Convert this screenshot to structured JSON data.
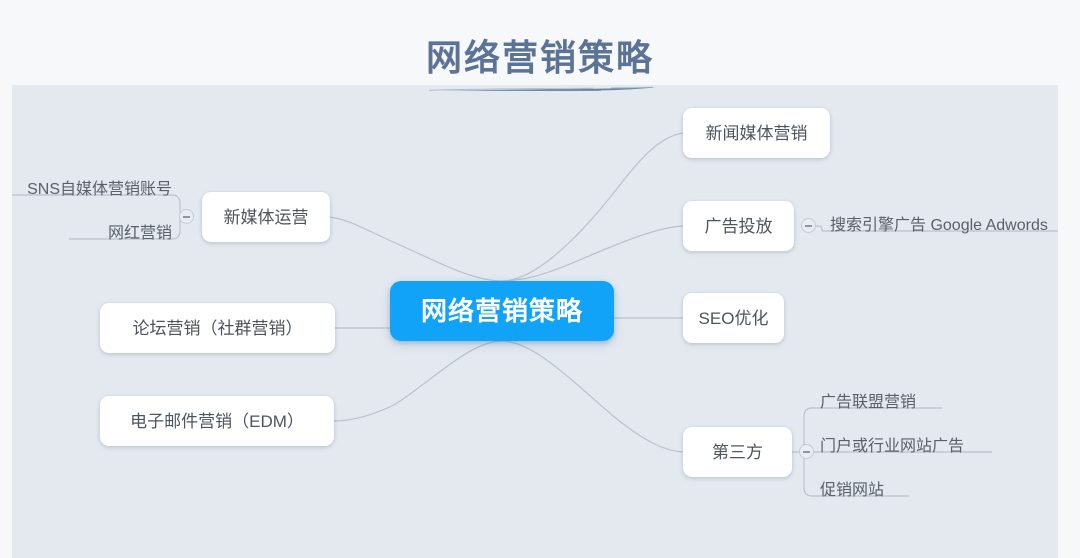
{
  "title": {
    "text": "网络营销策略",
    "color": "#5a7396"
  },
  "canvas": {
    "background": "#e4e9f0",
    "connector_color": "#b9c2cc"
  },
  "root": {
    "label": "网络营销策略",
    "background": "#11a3f8",
    "text_color": "#ffffff"
  },
  "branches": {
    "right": [
      {
        "label": "新闻媒体营销",
        "has_toggle": false,
        "children": []
      },
      {
        "label": "广告投放",
        "has_toggle": true,
        "toggle_state": "expanded",
        "toggle_glyph": "−",
        "children": [
          "搜索引擎广告 Google Adwords"
        ]
      },
      {
        "label": "SEO优化",
        "has_toggle": false,
        "children": []
      },
      {
        "label": "第三方",
        "has_toggle": true,
        "toggle_state": "expanded",
        "toggle_glyph": "−",
        "children": [
          "广告联盟营销",
          "门户或行业网站广告",
          "促销网站"
        ]
      }
    ],
    "left": [
      {
        "label": "新媒体运营",
        "has_toggle": true,
        "toggle_state": "expanded",
        "toggle_glyph": "−",
        "children": [
          "SNS自媒体营销账号",
          "网红营销"
        ]
      },
      {
        "label": "论坛营销（社群营销）",
        "has_toggle": false,
        "children": []
      },
      {
        "label": "电子邮件营销（EDM）",
        "has_toggle": false,
        "children": []
      }
    ]
  }
}
